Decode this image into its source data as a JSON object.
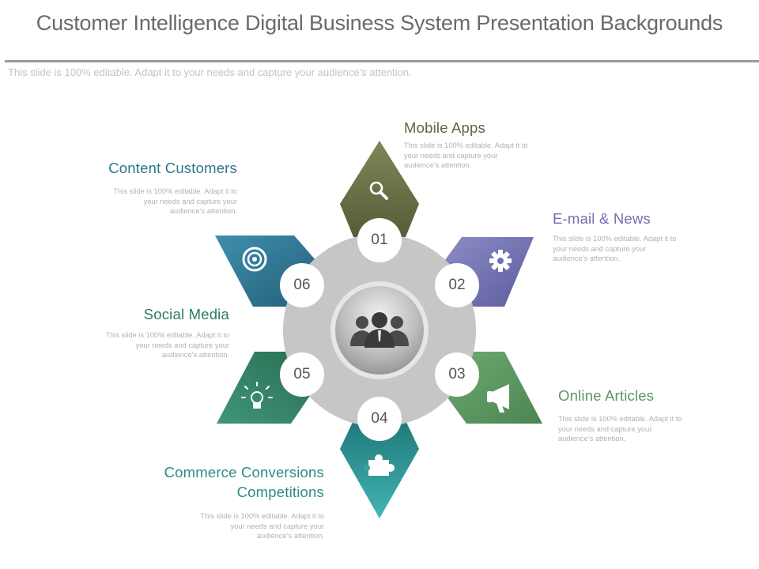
{
  "slide": {
    "title": "Customer Intelligence Digital Business System Presentation Backgrounds",
    "subtitle": "This slide is 100% editable. Adapt it to your needs and capture your audience’s attention."
  },
  "diagram": {
    "center_icon": "team-people-icon",
    "items": [
      {
        "num": "01",
        "heading": "Mobile Apps",
        "color": "#5e643f",
        "icon": "magnifier-icon",
        "body": [
          "This slide is 100% editable. Adapt it to",
          "your needs and capture your",
          "audience’s attention."
        ]
      },
      {
        "num": "02",
        "heading": "E-mail & News",
        "color": "#6f6fb1",
        "icon": "gear-icon",
        "body": [
          "This slide is 100% editable. Adapt it to",
          "your needs and capture your",
          "audience’s attention."
        ]
      },
      {
        "num": "03",
        "heading": "Online Articles",
        "color": "#5b9660",
        "icon": "megaphone-icon",
        "body": [
          "This slide is 100% editable. Adapt it to",
          "your needs and capture your",
          "audience’s attention."
        ]
      },
      {
        "num": "04",
        "heading_lines": [
          "Commerce Conversions",
          "Competitions"
        ],
        "color": "#2b8a8a",
        "icon": "puzzle-icon",
        "body": [
          "This slide is 100% editable. Adapt it to",
          "your needs and capture your",
          "audience’s attention."
        ]
      },
      {
        "num": "05",
        "heading": "Social Media",
        "color": "#2d7a5e",
        "icon": "lightbulb-icon",
        "body": [
          "This slide is 100% editable. Adapt it to",
          "your needs and capture your",
          "audience’s attention."
        ]
      },
      {
        "num": "06",
        "heading": "Content Customers",
        "color": "#2e7591",
        "icon": "target-icon",
        "body": [
          "This slide is 100% editable. Adapt it to",
          "your needs and capture your",
          "audience’s attention."
        ]
      }
    ]
  }
}
